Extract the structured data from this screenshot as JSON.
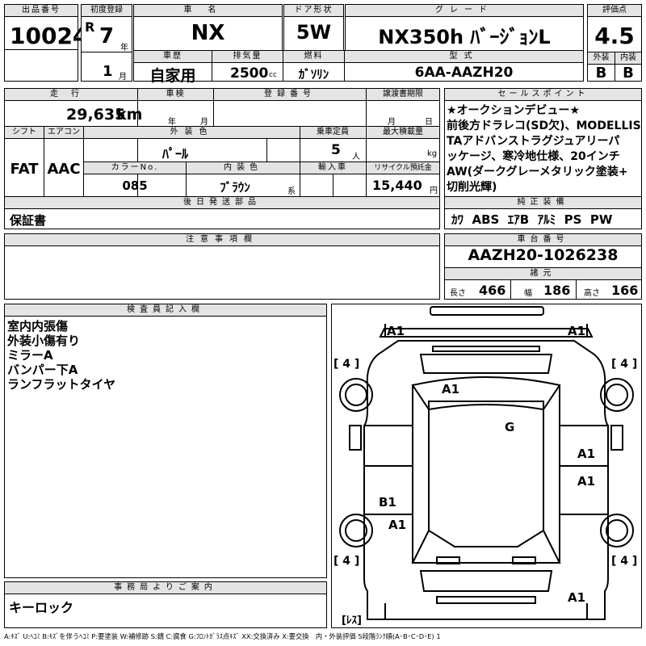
{
  "header": {
    "lot_label": "出品番号",
    "lot": "10024",
    "reg_label": "初度登録",
    "era": "R",
    "year": "7",
    "year_unit": "年",
    "month": "1",
    "month_unit": "月",
    "name_label": "車名",
    "name": "NX",
    "door_label": "ドア形状",
    "door": "5W",
    "grade_label": "グレード",
    "grade": "NX350h ﾊﾞｰｼﾞｮﾝL",
    "score_label": "評価点",
    "score": "4.5",
    "history_label": "車歴",
    "history": "自家用",
    "disp_label": "排気量",
    "disp": "2500",
    "disp_unit": "cc",
    "fuel_label": "燃料",
    "fuel": "ｶﾞｿﾘﾝ",
    "model_label": "型式",
    "model": "6AA-AAZH20",
    "ext_label": "外装",
    "ext": "B",
    "int_label": "内装",
    "int": "B"
  },
  "mid": {
    "mileage_label": "走行",
    "mileage": "29,635",
    "mileage_unit": "km",
    "inspection_label": "車検",
    "insp_year_unit": "年",
    "insp_month_unit": "月",
    "reg_no_label": "登録番号",
    "transfer_label": "譲渡書期限",
    "transfer_month_unit": "月",
    "transfer_day_unit": "日",
    "shift_label": "シフト",
    "shift": "FAT",
    "ac_label": "エアコン",
    "ac": "AAC",
    "color_label": "外装色",
    "color": "ﾊﾟｰﾙ",
    "capacity_label": "乗車定員",
    "capacity": "5",
    "capacity_unit": "人",
    "load_label": "最大積載量",
    "load_unit": "kg",
    "color_no_label": "カラーNo.",
    "color_no": "085",
    "interior_color_label": "内装色",
    "interior_color": "ﾌﾞﾗｳﾝ",
    "interior_color_unit": "系",
    "import_label": "輸入車",
    "recycle_label": "リサイクル預託金",
    "recycle": "15,440",
    "recycle_unit": "円",
    "later_label": "後日発送部品",
    "later": "保証書"
  },
  "sales": {
    "label": "セールスポイント",
    "lines": [
      "★オークションデビュー★",
      "前後方ドラレコ(SD欠)、MODELLIS",
      "TAアドバンストラグジュアリーパ",
      "ッケージ、寒冷地仕様、20インチ",
      "AW(ダークグレーメタリック塗装+",
      "切削光輝)"
    ]
  },
  "equip": {
    "label": "純正装備",
    "items": [
      "ｶﾜ",
      "ABS",
      "ｴｱB",
      "ｱﾙﾐ",
      "PS",
      "PW"
    ]
  },
  "notes_label": "注意事項欄",
  "chassis": {
    "label": "車台番号",
    "value": "AAZH20-1026238",
    "spec_label": "諸元",
    "length_label": "長さ",
    "length": "466",
    "width_label": "幅",
    "width": "186",
    "height_label": "高さ",
    "height": "166"
  },
  "inspector": {
    "label": "検査員記入欄",
    "lines": [
      "室内内張傷",
      "外装小傷有り",
      "ミラーA",
      "バンパー下A",
      "ランフラットタイヤ"
    ]
  },
  "office": {
    "label": "事務局よりご案内",
    "text": "キーロック"
  },
  "diagram": {
    "marks": [
      "A1",
      "A1",
      "A1",
      "G",
      "A1",
      "A1",
      "B1",
      "A1",
      "A1"
    ],
    "tires": [
      "[ 4 ]",
      "[ 4 ]",
      "[ 4 ]",
      "[ 4 ]"
    ],
    "spare": "[ﾚｽ]"
  },
  "legend": "A:ｷｽﾞ U:ﾍｺﾐ B:ｷｽﾞを伴うﾍｺﾐ P:要塗装 W:補修跡 S:錆 C:腐食 G:ﾌﾛﾝﾄｶﾞﾗｽ点ｷｽﾞ XX:交換済み X:要交換　内・外装評価 5段階ﾗﾝｸ順(A･B･C･D･E) 1"
}
